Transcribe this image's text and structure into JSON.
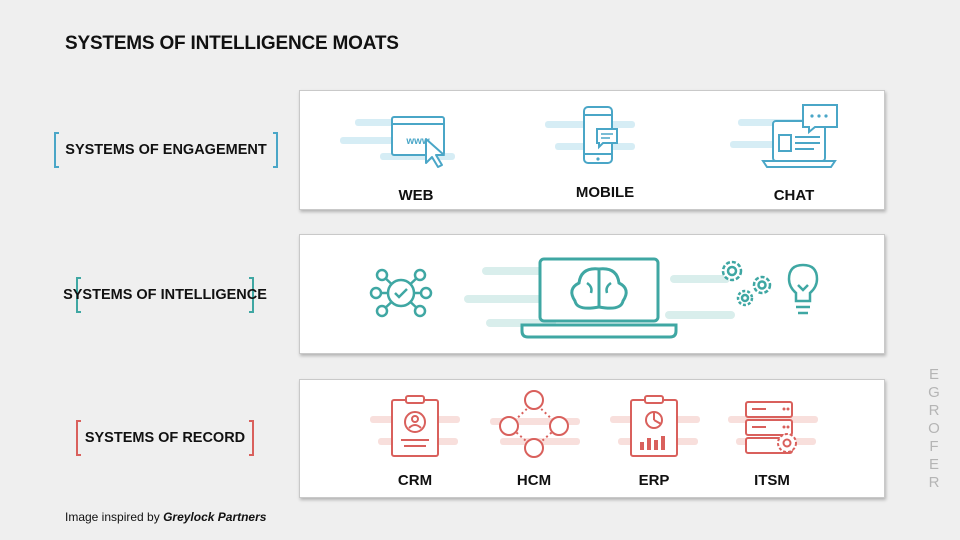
{
  "title": "SYSTEMS OF INTELLIGENCE MOATS",
  "rows": {
    "engagement": {
      "label": "SYSTEMS OF ENGAGEMENT",
      "items": [
        "WEB",
        "MOBILE",
        "CHAT"
      ]
    },
    "intelligence": {
      "label": "SYSTEMS OF INTELLIGENCE"
    },
    "record": {
      "label": "SYSTEMS OF RECORD",
      "items": [
        "CRM",
        "HCM",
        "ERP",
        "ITSM"
      ]
    }
  },
  "footer": {
    "prefix": "Image inspired by ",
    "source": "Greylock Partners"
  },
  "brand": "REFORGE",
  "colors": {
    "teal": "#3fa7a3",
    "blue": "#4aa6c7",
    "red": "#d9605c",
    "light_blue": "#d6edf5",
    "light_red": "#f8dfdc"
  },
  "icons": [
    "browser-www-icon",
    "cursor-icon",
    "mobile-phone-icon",
    "chat-laptop-icon",
    "network-check-icon",
    "brain-laptop-icon",
    "gears-icon",
    "lightbulb-icon",
    "crm-clipboard-icon",
    "hcm-people-network-icon",
    "erp-report-icon",
    "itsm-server-gear-icon"
  ]
}
